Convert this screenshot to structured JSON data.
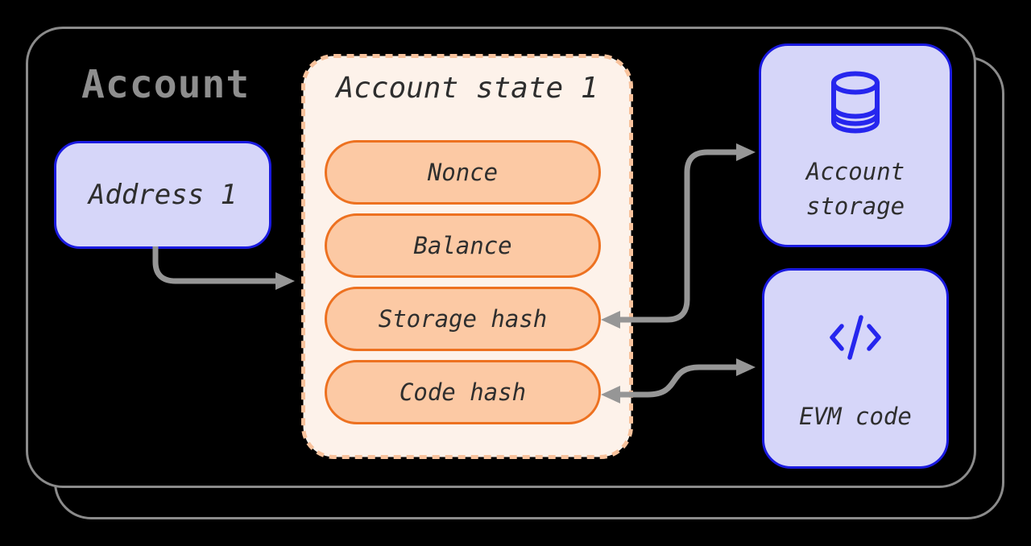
{
  "diagram": {
    "title": "Account",
    "address_box": {
      "label": "Address 1"
    },
    "state_panel": {
      "title": "Account state 1",
      "items": [
        "Nonce",
        "Balance",
        "Storage hash",
        "Code hash"
      ]
    },
    "storage_box": {
      "icon": "database-icon",
      "label_line1": "Account",
      "label_line2": "storage"
    },
    "evm_box": {
      "icon": "code-icon",
      "label": "EVM code"
    },
    "connections": [
      {
        "from": "address-box",
        "to": "account-state-panel",
        "heads": "end"
      },
      {
        "from": "storage-hash-pill",
        "to": "account-storage-box",
        "heads": "both"
      },
      {
        "from": "code-hash-pill",
        "to": "evm-code-box",
        "heads": "both"
      }
    ],
    "colors": {
      "background": "#000000",
      "outline_gray": "#8b8b8b",
      "title_gray": "#8e8e8e",
      "node_fill": "#d6d6f9",
      "node_border": "#1a1ae0",
      "icon_blue": "#2626ee",
      "panel_fill": "#fdf2ea",
      "panel_dash": "#f8c29c",
      "pill_fill": "#fcc9a4",
      "pill_border": "#ed7120",
      "text_dark": "#2e2e2e",
      "arrow_gray": "#969696"
    }
  }
}
